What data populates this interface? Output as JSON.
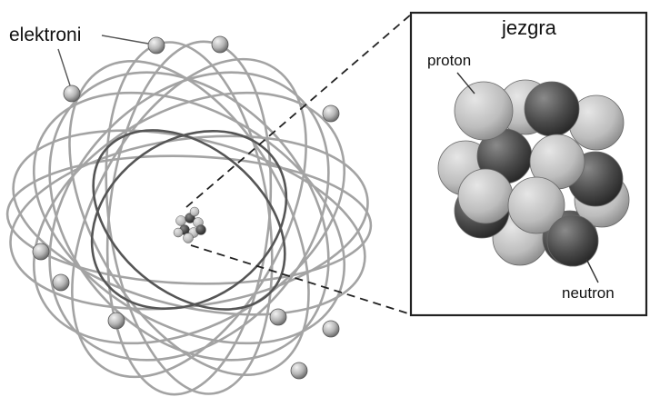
{
  "labels": {
    "electrons": "elektroni",
    "nucleus": "jezgra",
    "proton": "proton",
    "neutron": "neutron"
  },
  "colors": {
    "orbit": "#9a9a9a",
    "orbit_dark": "#555555",
    "electron": "#b8b8b8",
    "proton": "#c4c4c4",
    "neutron": "#4a4a4a",
    "frame": "#222222"
  },
  "icons": {
    "electron": "sphere",
    "nucleon": "sphere"
  }
}
